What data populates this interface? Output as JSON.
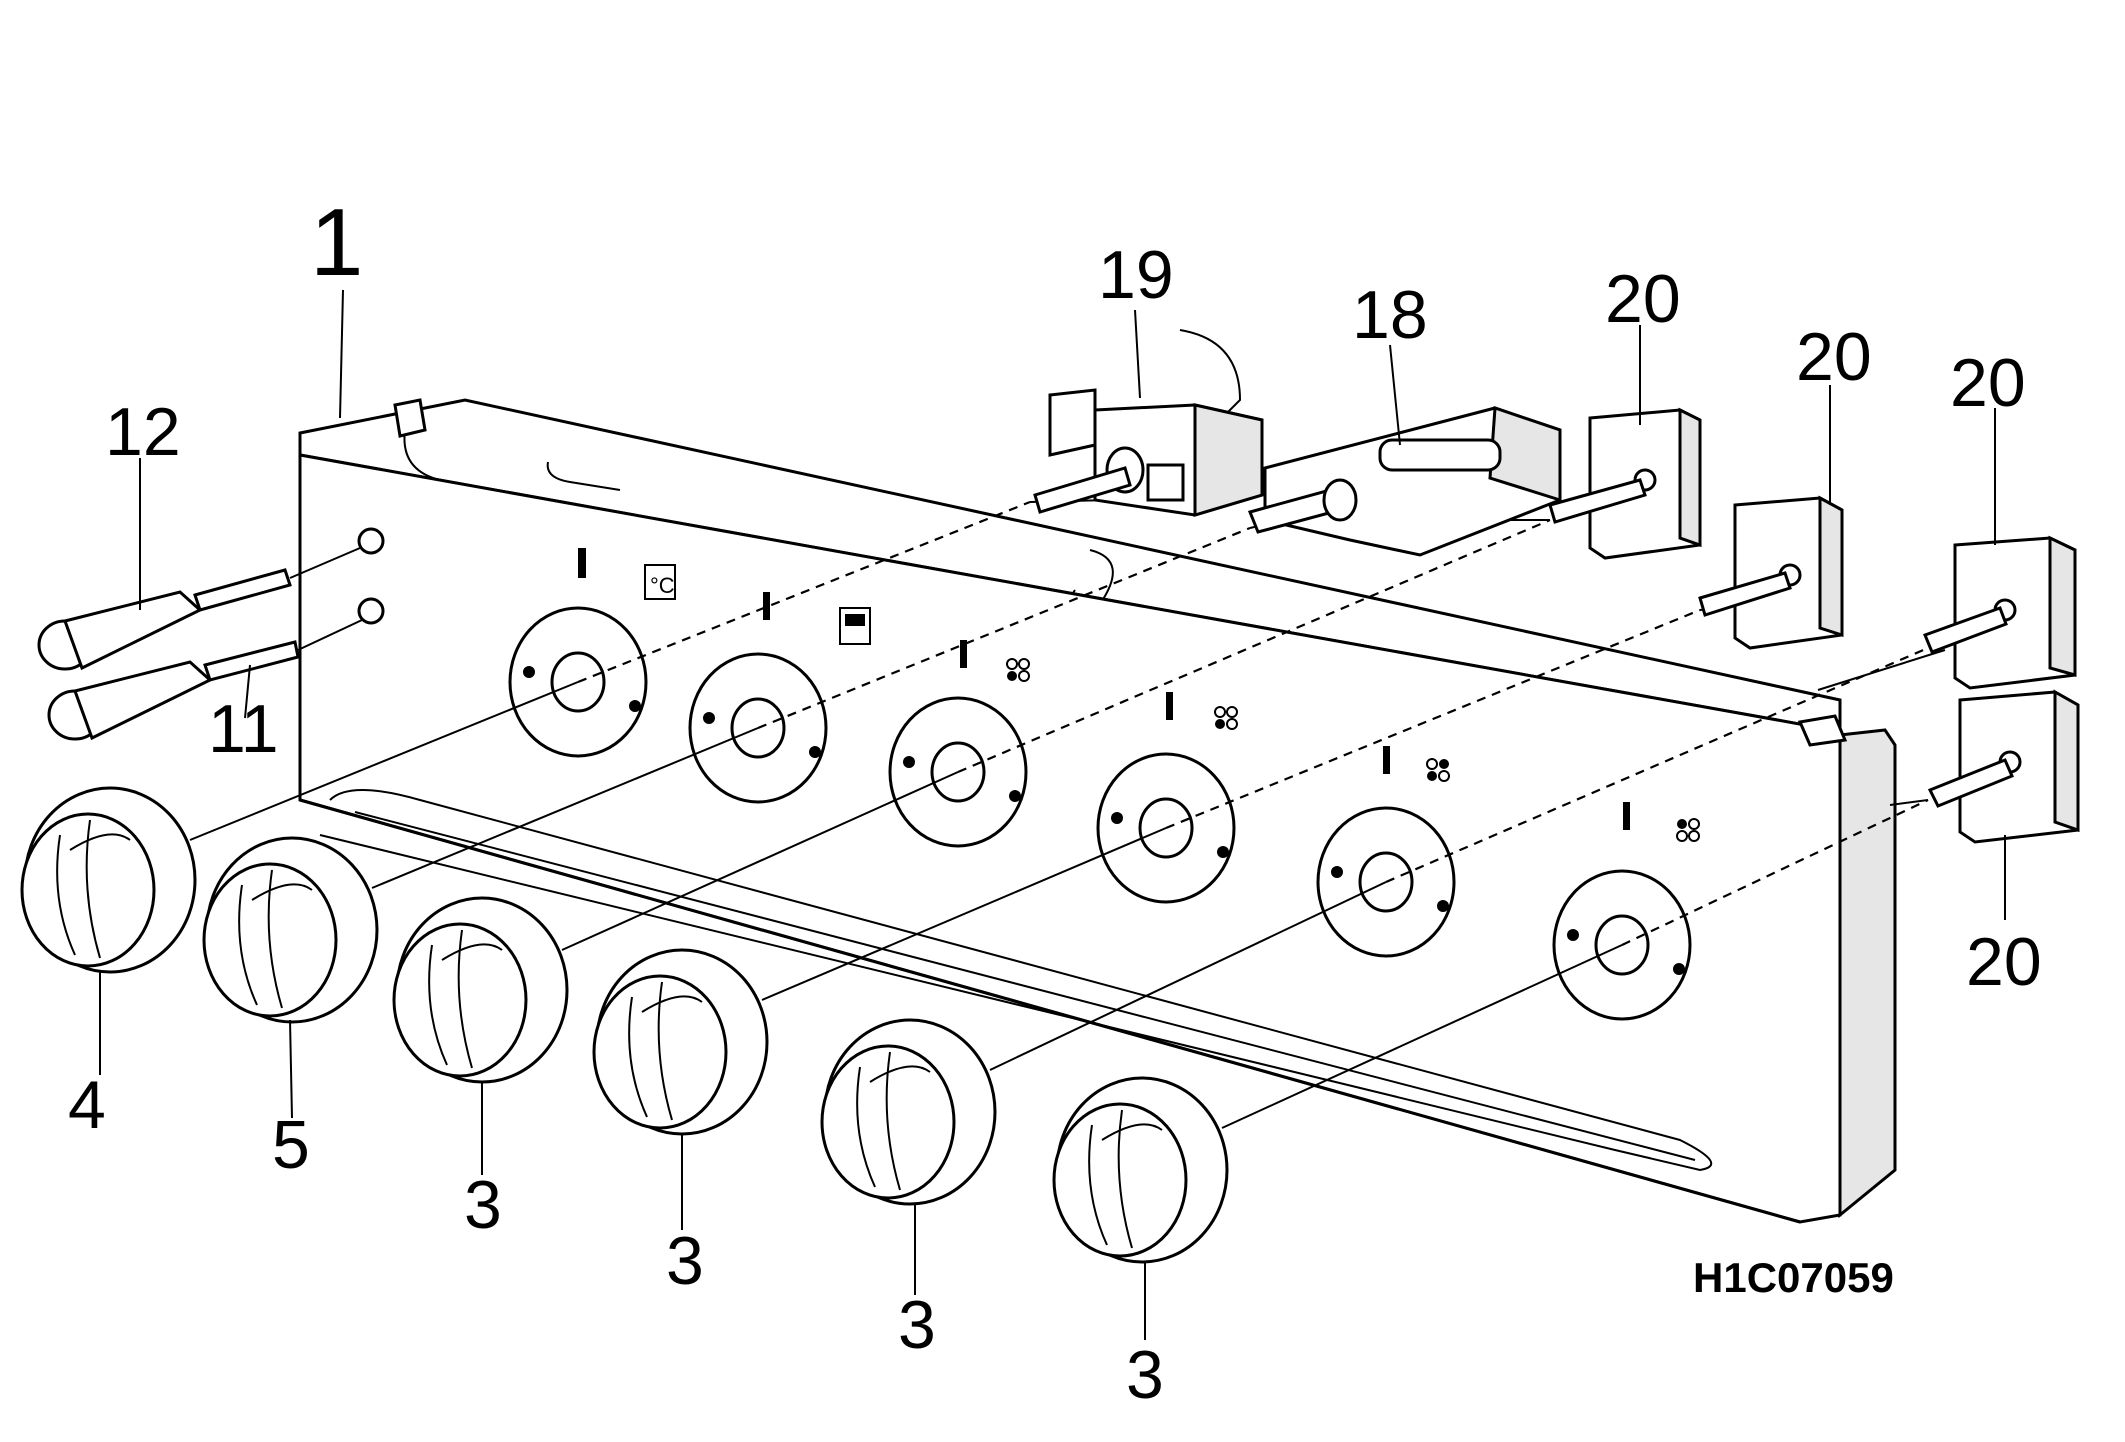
{
  "figure_code": "H1C07059",
  "callouts": {
    "panel": "1",
    "timer": "19",
    "thermostat": "18",
    "switch_a": "20",
    "switch_b": "20",
    "switch_c": "20",
    "switch_d": "20",
    "lamp_upper": "12",
    "lamp_lower": "11",
    "knob_a": "4",
    "knob_b": "5",
    "knob_c": "3",
    "knob_d": "3",
    "knob_e": "3",
    "knob_f": "3"
  },
  "symbols": {
    "temperature": "°C"
  }
}
